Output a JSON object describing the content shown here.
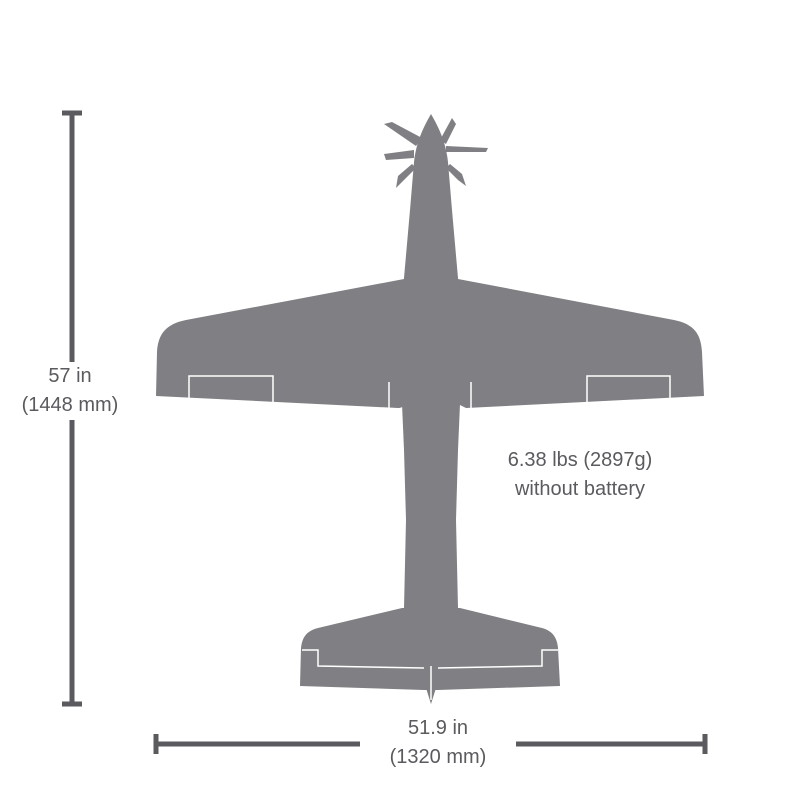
{
  "colors": {
    "silhouette": "#808084",
    "dimension_line": "#5a5a5f",
    "text": "#5a5a5f",
    "panel_line": "#ffffff",
    "background": "#ffffff"
  },
  "dimensions": {
    "height": {
      "imperial": "57 in",
      "metric": "(1448 mm)"
    },
    "wingspan": {
      "imperial": "51.9 in",
      "metric": "(1320 mm)"
    }
  },
  "weight": {
    "value": "6.38 lbs (2897g)",
    "note": "without battery"
  },
  "icons": {
    "airplane": "airplane-silhouette-icon"
  }
}
